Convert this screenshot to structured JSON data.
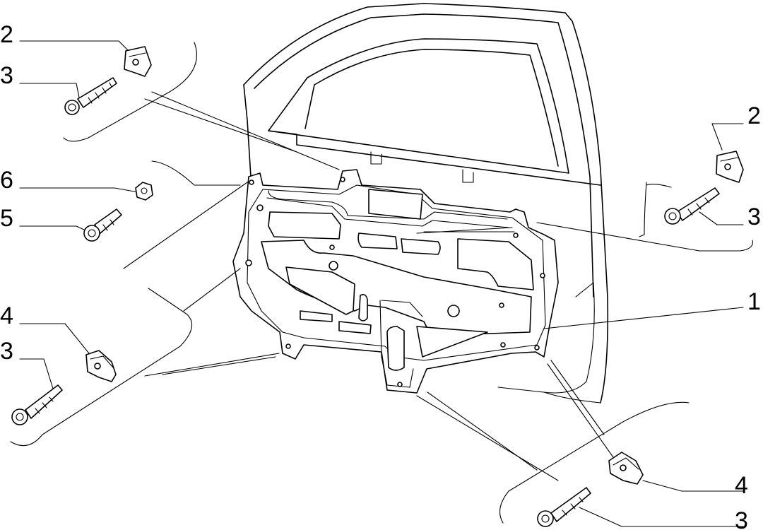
{
  "callouts": [
    {
      "id": "c2a",
      "text": "2"
    },
    {
      "id": "c3a",
      "text": "3"
    },
    {
      "id": "c6",
      "text": "6"
    },
    {
      "id": "c5",
      "text": "5"
    },
    {
      "id": "c4a",
      "text": "4"
    },
    {
      "id": "c3b",
      "text": "3"
    },
    {
      "id": "c2b",
      "text": "2"
    },
    {
      "id": "c3c",
      "text": "3"
    },
    {
      "id": "c1",
      "text": "1"
    },
    {
      "id": "c4b",
      "text": "4"
    },
    {
      "id": "c3d",
      "text": "3"
    }
  ]
}
